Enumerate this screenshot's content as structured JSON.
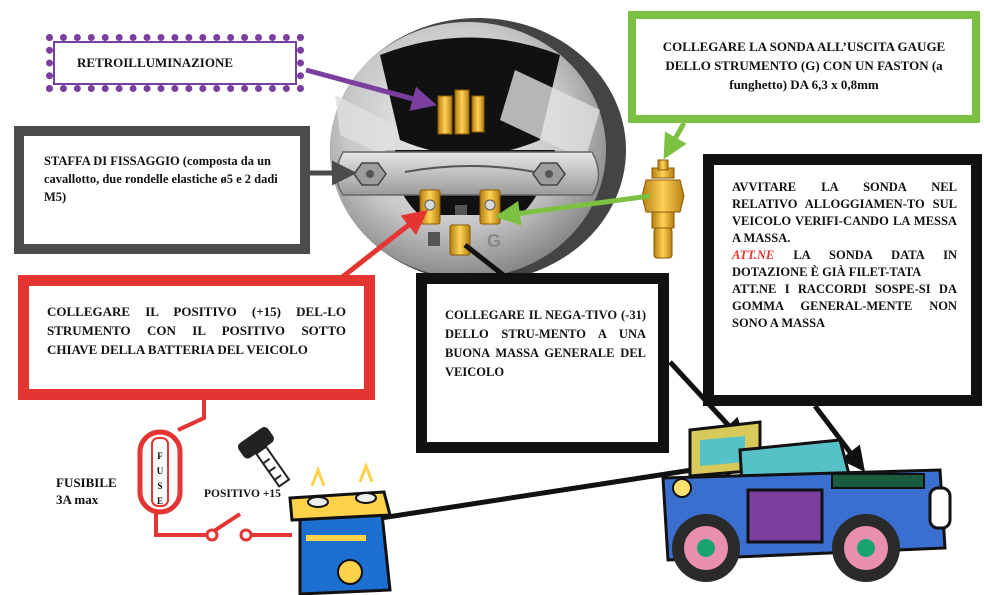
{
  "labels": {
    "retroilluminazione": "RETROILLUMINAZIONE",
    "sonda": "COLLEGARE LA SONDA ALL’USCITA GAUGE DELLO STRUMENTO (G) CON UN FASTON (a funghetto) DA 6,3 x 0,8mm",
    "staffa": "STAFFA DI FISSAGGIO (composta da un cavallotto, due rondelle elastiche ø5 e 2 dadi M5)",
    "avvitare_1": "AVVITARE LA SONDA NEL RELATIVO ALLOGGIAMEN-TO SUL VEICOLO VERIFI-CANDO LA MESSA A MASSA.",
    "avvitare_att": "ATT.NE",
    "avvitare_2": "LA SONDA DATA IN DOTAZIONE È GIÀ FILET-TATA",
    "avvitare_3": "ATT.NE I RACCORDI SOSPE-SI DA GOMMA GENERAL-MENTE NON SONO A MASSA",
    "positivo": "COLLEGARE IL POSITIVO (+15) DEL-LO STRUMENTO CON IL POSITIVO SOTTO CHIAVE DELLA BATTERIA DEL VEICOLO",
    "negativo": "COLLEGARE IL NEGA-TIVO (-31) DELLO STRU-MENTO A UNA BUONA MASSA GENERALE DEL VEICOLO",
    "fusibile": "FUSIBILE",
    "fusibile_rating": "3A max",
    "fuse_letters": [
      "F",
      "U",
      "S",
      "E"
    ],
    "positivo_15": "POSITIVO +15",
    "terminal_g": "G"
  },
  "colors": {
    "retro_border": "#7b3fa0",
    "sonda_border": "#7cc142",
    "staffa_border": "#4c4c4c",
    "positivo_border": "#e53532",
    "black_border": "#111111",
    "terminal": "#f2b21c"
  },
  "icons": {
    "ground": "ground-symbol-icon",
    "key": "ignition-key-icon",
    "battery": "battery-icon",
    "jeep": "jeep-vehicle-icon",
    "sensor": "temperature-sensor-icon",
    "fuse": "fuse-icon",
    "switch": "switch-icon"
  }
}
